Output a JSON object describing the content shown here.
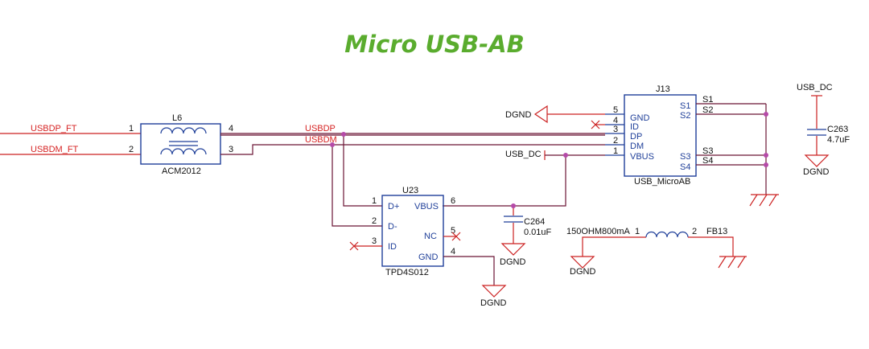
{
  "title": "Micro USB-AB",
  "colors": {
    "title": "#5aac2e",
    "net_label": "#d62424",
    "wire_red": "#cc2222",
    "wire_dark": "#6b1535",
    "component": "#1f3f99",
    "text": "#111111",
    "junction": "#b54aa8"
  },
  "nets": {
    "usbdp_ft": "USBDP_FT",
    "usbdm_ft": "USBDM_FT",
    "usbdp": "USBDP",
    "usbdm": "USBDM",
    "usb_dc": "USB_DC",
    "dgnd": "DGND"
  },
  "l6": {
    "ref": "L6",
    "value": "ACM2012",
    "pins": [
      "1",
      "2",
      "3",
      "4"
    ]
  },
  "j13": {
    "ref": "J13",
    "value": "USB_MicroAB",
    "pins_left": [
      {
        "num": "5",
        "name": "GND"
      },
      {
        "num": "4",
        "name": "ID"
      },
      {
        "num": "3",
        "name": "DP"
      },
      {
        "num": "2",
        "name": "DM"
      },
      {
        "num": "1",
        "name": "VBUS"
      }
    ],
    "pins_right": [
      "S1",
      "S2",
      "S3",
      "S4"
    ]
  },
  "u23": {
    "ref": "U23",
    "value": "TPD4S012",
    "pins_left": [
      {
        "num": "1",
        "name": "D+"
      },
      {
        "num": "2",
        "name": "D-"
      },
      {
        "num": "3",
        "name": "ID"
      }
    ],
    "pins_right": [
      {
        "num": "6",
        "name": "VBUS"
      },
      {
        "num": "5",
        "name": "NC"
      },
      {
        "num": "4",
        "name": "GND"
      }
    ]
  },
  "c264": {
    "ref": "C264",
    "value": "0.01uF"
  },
  "c263": {
    "ref": "C263",
    "value": "4.7uF"
  },
  "fb13": {
    "ref": "FB13",
    "value": "150OHM800mA",
    "pin1": "1",
    "pin2": "2"
  }
}
